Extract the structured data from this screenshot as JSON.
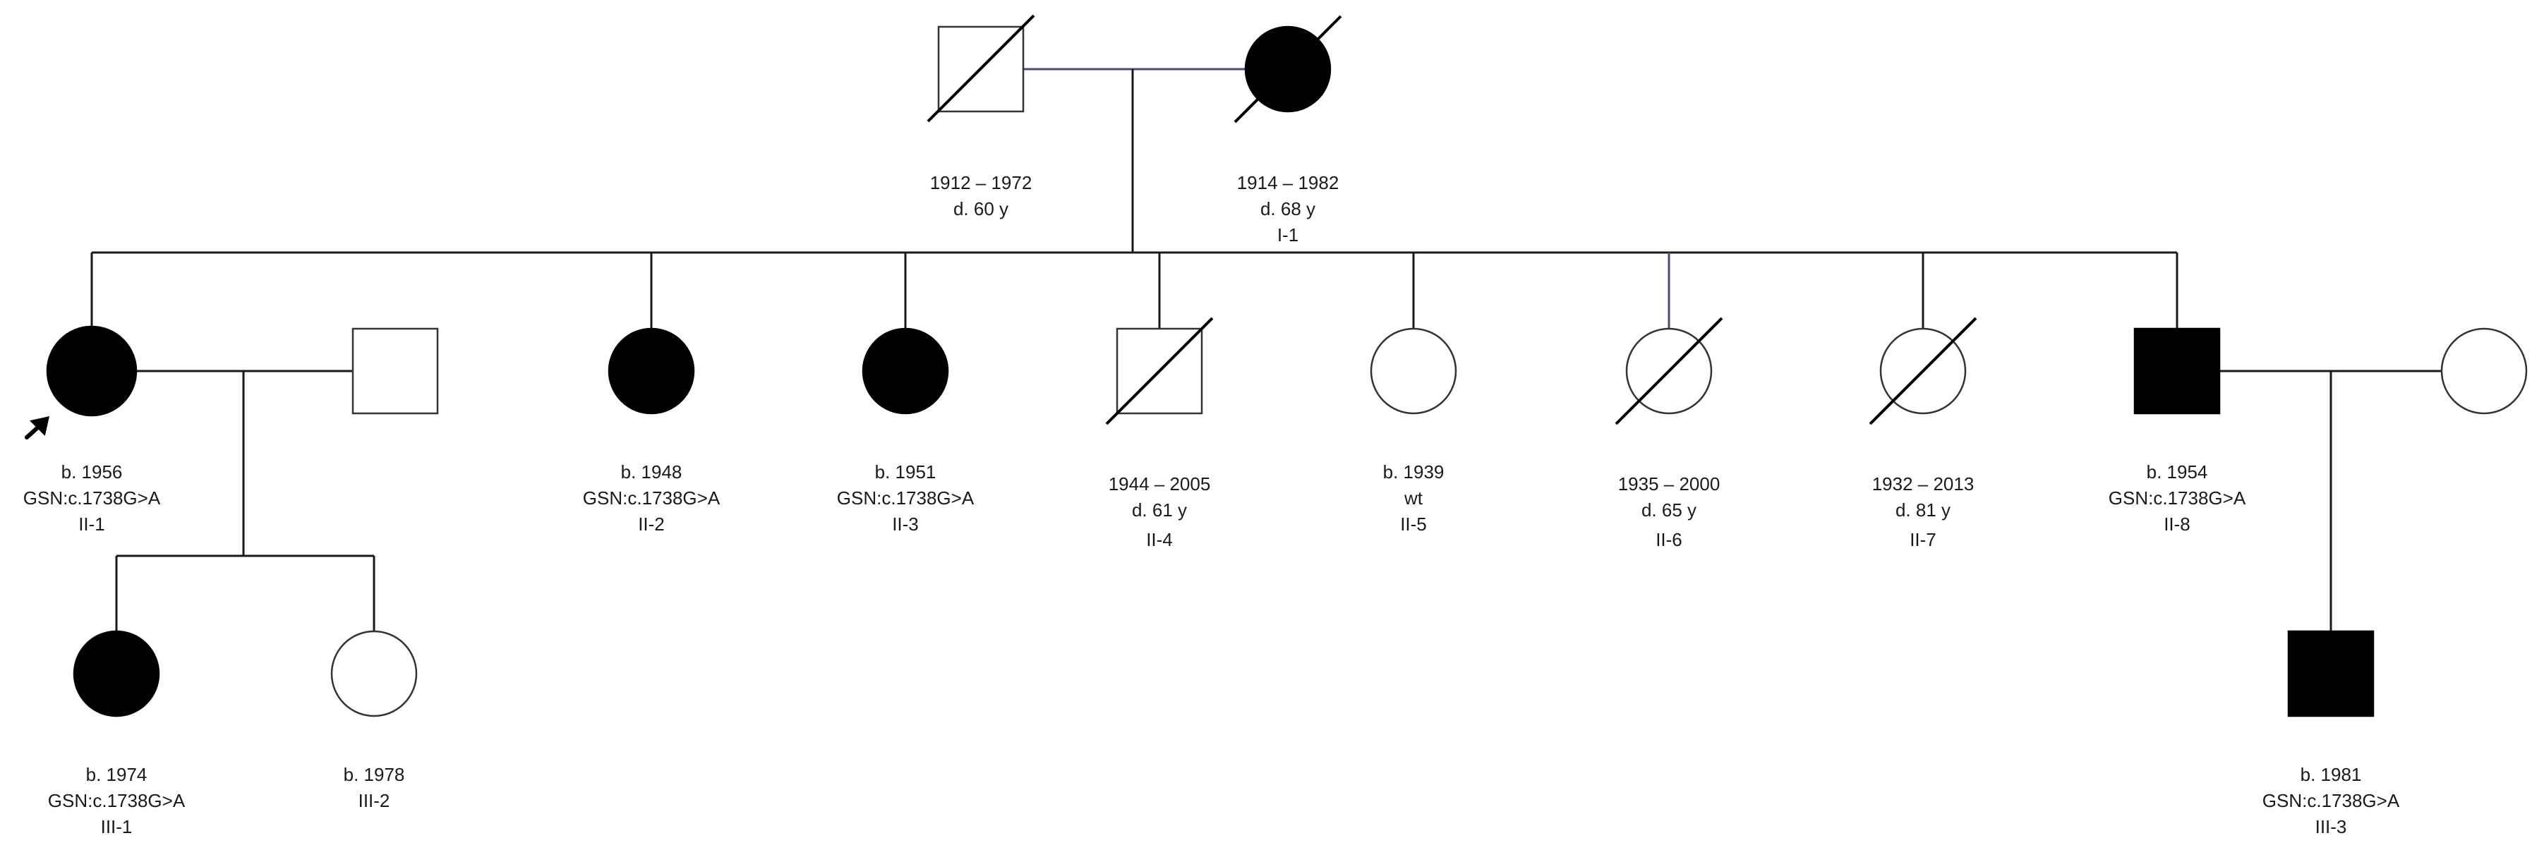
{
  "pedigree": {
    "individuals": [
      {
        "id": "I-father",
        "sex": "male",
        "affected": false,
        "deceased": true,
        "lines": [
          "1912 – 1972",
          "d. 60 y"
        ]
      },
      {
        "id": "I-mother",
        "sex": "female",
        "affected": true,
        "deceased": true,
        "lines": [
          "1914 – 1982",
          "d. 68 y",
          "I-1"
        ]
      },
      {
        "id": "II-1",
        "sex": "female",
        "affected": true,
        "deceased": false,
        "proband": true,
        "lines": [
          "b. 1956",
          "GSN:c.1738G>A",
          "II-1"
        ]
      },
      {
        "id": "II-1-spouse",
        "sex": "male",
        "affected": false,
        "deceased": false,
        "lines": []
      },
      {
        "id": "II-2",
        "sex": "female",
        "affected": true,
        "deceased": false,
        "lines": [
          "b. 1948",
          "GSN:c.1738G>A",
          "II-2"
        ]
      },
      {
        "id": "II-3",
        "sex": "female",
        "affected": true,
        "deceased": false,
        "lines": [
          "b. 1951",
          "GSN:c.1738G>A",
          "II-3"
        ]
      },
      {
        "id": "II-4",
        "sex": "male",
        "affected": false,
        "deceased": true,
        "lines": [
          "1944 – 2005",
          "d. 61 y",
          "II-4"
        ]
      },
      {
        "id": "II-5",
        "sex": "female",
        "affected": false,
        "deceased": false,
        "lines": [
          "b. 1939",
          "wt",
          "II-5"
        ]
      },
      {
        "id": "II-6",
        "sex": "female",
        "affected": false,
        "deceased": true,
        "lines": [
          "1935 – 2000",
          "d. 65 y",
          "II-6"
        ]
      },
      {
        "id": "II-7",
        "sex": "female",
        "affected": false,
        "deceased": true,
        "lines": [
          "1932 – 2013",
          "d. 81 y",
          "II-7"
        ]
      },
      {
        "id": "II-8",
        "sex": "male",
        "affected": true,
        "deceased": false,
        "lines": [
          "b. 1954",
          "GSN:c.1738G>A",
          "II-8"
        ]
      },
      {
        "id": "II-8-spouse",
        "sex": "female",
        "affected": false,
        "deceased": false,
        "lines": []
      },
      {
        "id": "III-1",
        "sex": "female",
        "affected": true,
        "deceased": false,
        "lines": [
          "b. 1974",
          "GSN:c.1738G>A",
          "III-1"
        ]
      },
      {
        "id": "III-2",
        "sex": "female",
        "affected": false,
        "deceased": false,
        "lines": [
          "b. 1978",
          "III-2"
        ]
      },
      {
        "id": "III-3",
        "sex": "male",
        "affected": true,
        "deceased": false,
        "lines": [
          "b. 1981",
          "GSN:c.1738G>A",
          "III-3"
        ]
      }
    ]
  }
}
